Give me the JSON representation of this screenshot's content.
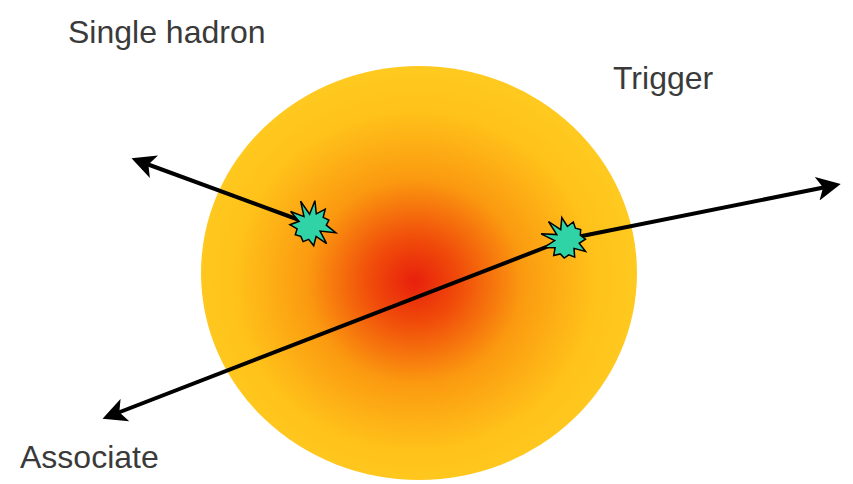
{
  "diagram": {
    "labels": [
      "Single hadron",
      "Trigger",
      "Associate"
    ]
  }
}
